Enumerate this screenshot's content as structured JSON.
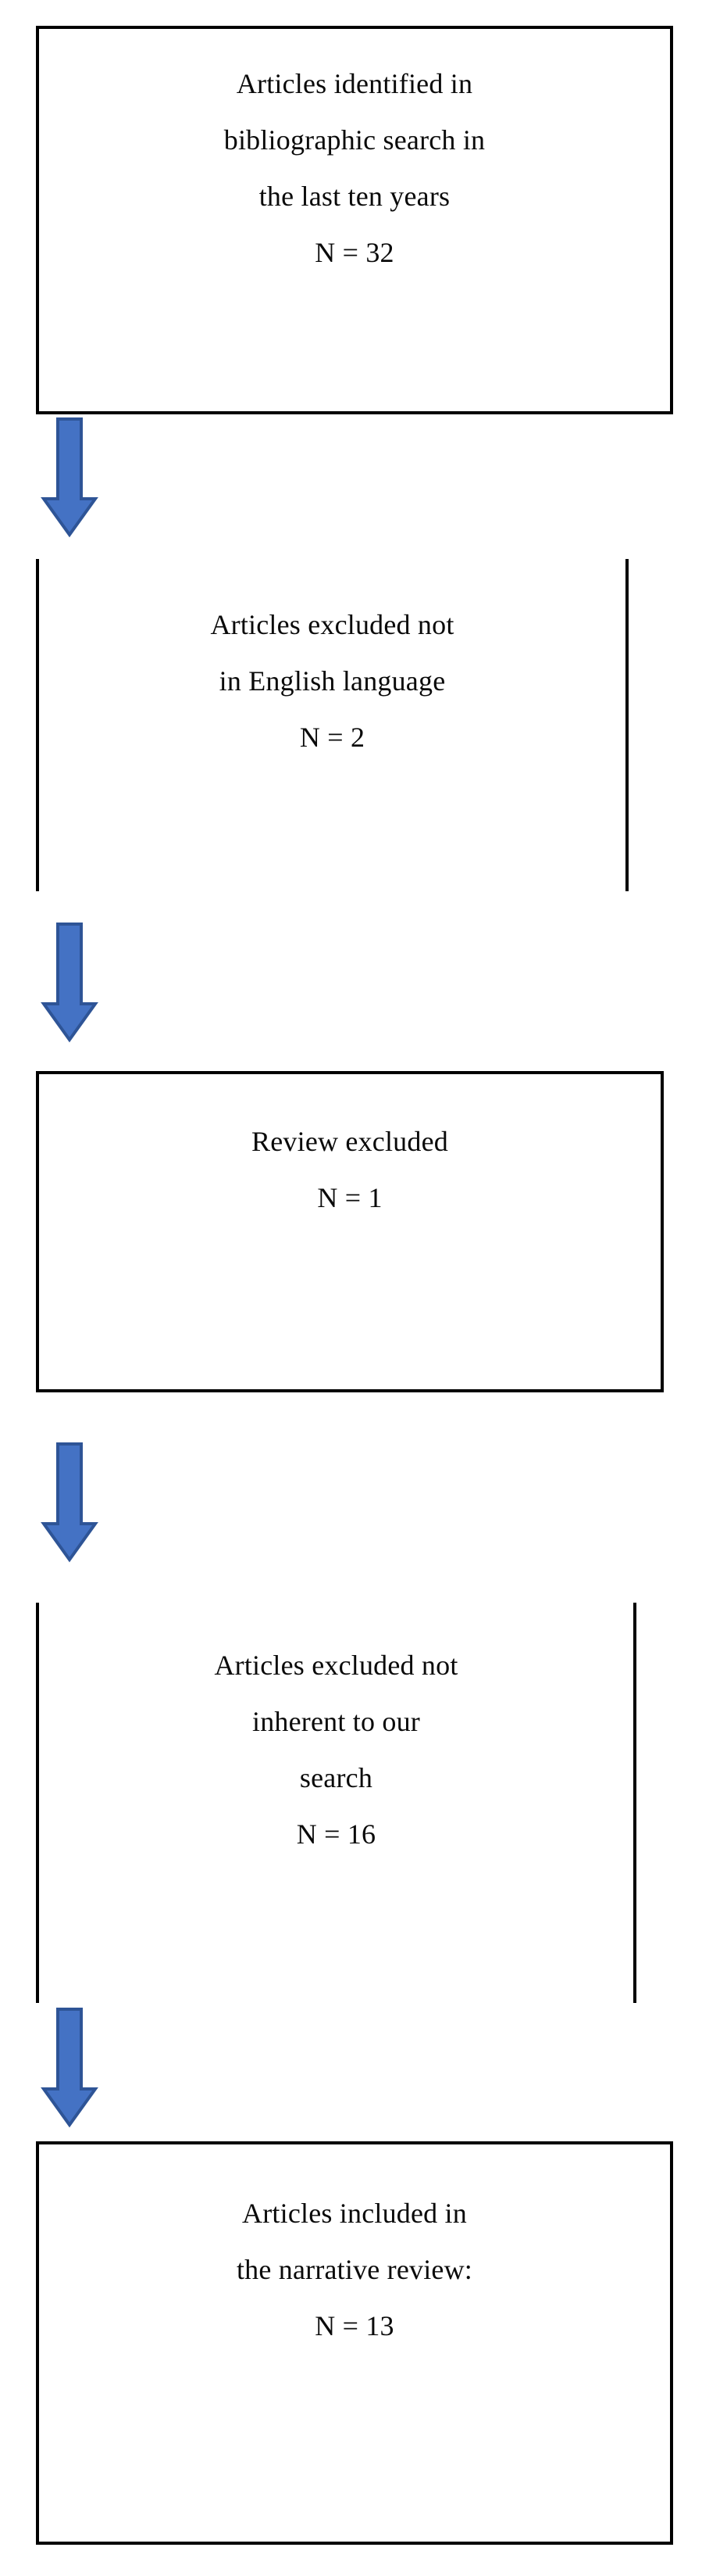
{
  "diagram": {
    "title": "PRISMA-style article selection flow chart",
    "type": "flowchart",
    "orientation": "vertical",
    "colors": {
      "box_border": "#000000",
      "box_fill": "#FFFFFF",
      "text": "#0A0A0A",
      "arrow_fill": "#4472C4",
      "arrow_stroke": "#2E5496"
    },
    "boxes": [
      {
        "id": "identified",
        "border_style": "closed",
        "lines": [
          "Articles identified in",
          "bibliographic search in",
          "the last ten years",
          "N = 32"
        ],
        "count_label": "N = 32",
        "count": 32
      },
      {
        "id": "excluded-language",
        "border_style": "open",
        "lines": [
          "Articles excluded not",
          "in English language",
          "N = 2"
        ],
        "count_label": "N = 2",
        "count": 2
      },
      {
        "id": "excluded-review",
        "border_style": "closed",
        "lines": [
          "Review excluded",
          "N = 1"
        ],
        "count_label": "N = 1",
        "count": 1
      },
      {
        "id": "excluded-not-inherent",
        "border_style": "open",
        "lines": [
          "Articles excluded not",
          "inherent to our",
          "search",
          "N = 16"
        ],
        "count_label": "N = 16",
        "count": 16
      },
      {
        "id": "included",
        "border_style": "closed",
        "lines": [
          "Articles included in",
          "the narrative review:",
          "N = 13"
        ],
        "count_label": "N = 13",
        "count": 13
      }
    ],
    "arrows": [
      {
        "id": "arrow-1",
        "from": "identified",
        "to": "excluded-language",
        "direction": "down"
      },
      {
        "id": "arrow-2",
        "from": "excluded-language",
        "to": "excluded-review",
        "direction": "down"
      },
      {
        "id": "arrow-3",
        "from": "excluded-review",
        "to": "excluded-not-inherent",
        "direction": "down"
      },
      {
        "id": "arrow-4",
        "from": "excluded-not-inherent",
        "to": "included",
        "direction": "down"
      }
    ]
  }
}
